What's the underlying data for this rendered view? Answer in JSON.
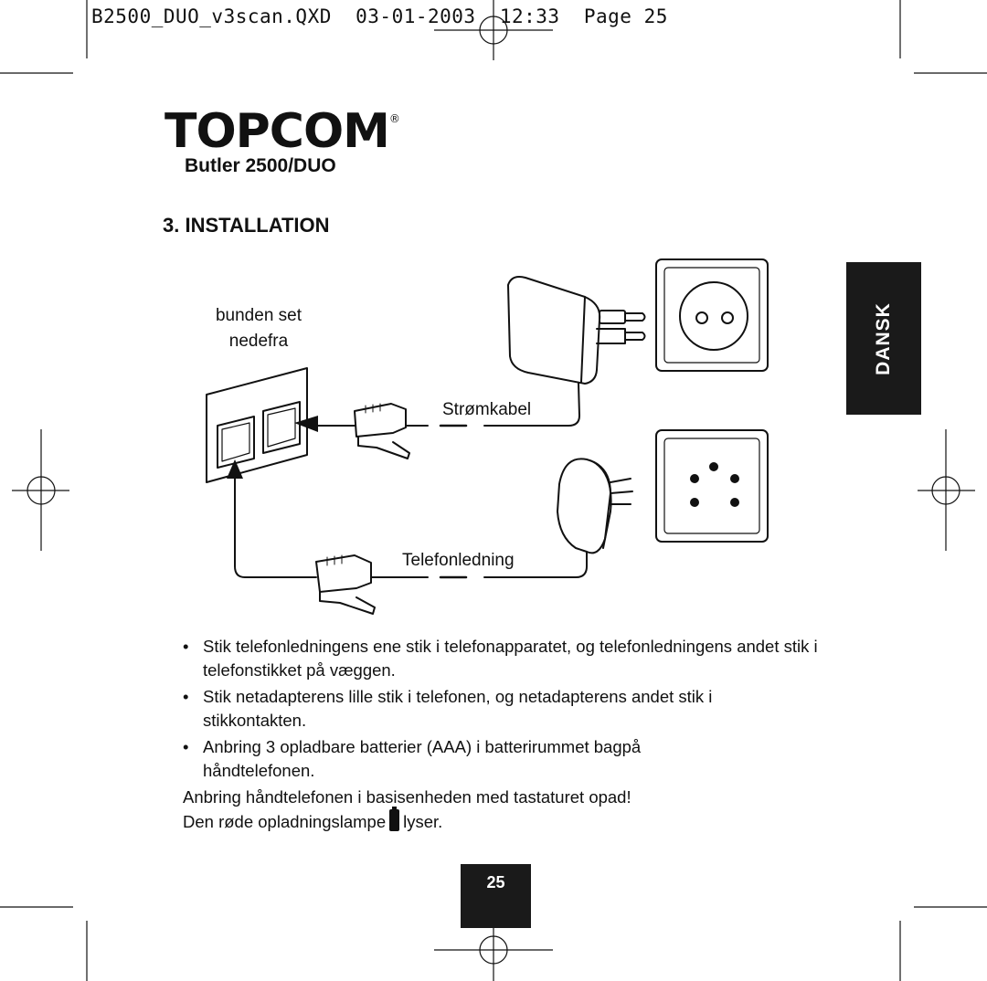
{
  "header": {
    "file_line": "B2500_DUO_v3scan.QXD  03-01-2003  12:33  Page 25"
  },
  "brand": {
    "logo_text": "TOPCOM",
    "registered_mark": "®",
    "product": "Butler 2500/DUO"
  },
  "section": {
    "title": "3. INSTALLATION"
  },
  "language_tab": {
    "label": "DANSK"
  },
  "diagram": {
    "base_label_line1": "bunden set",
    "base_label_line2": "nedefra",
    "power_cable_label": "Strømkabel",
    "phone_cord_label": "Telefonledning"
  },
  "instructions": {
    "bullets": [
      "Stik telefonledningens ene stik i telefonapparatet, og telefonledningens andet stik i telefonstikket på væggen.",
      "Stik netadapterens lille stik i telefonen, og netadapterens andet stik i stikkontakten.",
      "Anbring 3 opladbare batterier (AAA) i batterirummet bagpå håndtelefonen."
    ],
    "note_line1": "Anbring håndtelefonen i basisenheden med tastaturet opad!",
    "note_line2_before": "Den røde opladningslampe",
    "note_line2_after": "lyser."
  },
  "footer": {
    "page_number": "25"
  }
}
